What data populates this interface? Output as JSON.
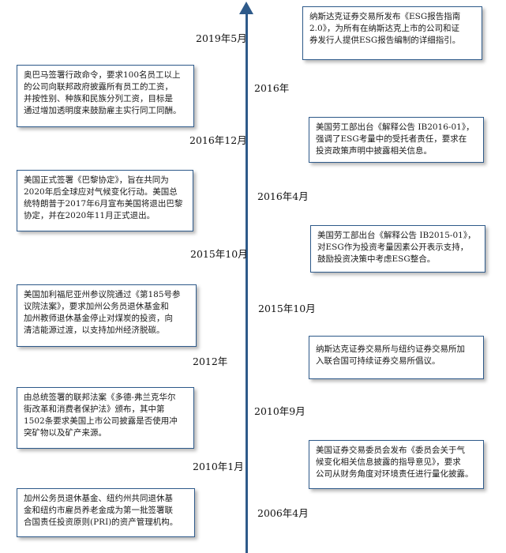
{
  "colors": {
    "axis": "#2e5a8a",
    "box_border": "#2e5a8a"
  },
  "timeline": {
    "events": [
      {
        "date": "2019年5月",
        "text": "纳斯达克证券交易所发布《ESG报告指南\n2.0》，为所有在纳斯达克上市的公司和证\n券发行人提供ESG报告编制的详细指引。"
      },
      {
        "date": "2016年",
        "text": "奥巴马签署行政命令，要求100名员工以上\n的公司向联邦政府披露所有员工的工资，\n并按性别、种族和民族分列工资，目标是\n通过增加透明度来鼓励雇主实行同工同酬。"
      },
      {
        "date": "2016年12月",
        "text": "美国劳工部出台《解释公告 IB2016-01》，\n强调了ESG考量中的受托者责任，要求在\n投资政策声明中披露相关信息。"
      },
      {
        "date": "2016年4月",
        "text": "美国正式签署《巴黎协定》，旨在共同为\n2020年后全球应对气候变化行动。美国总\n统特朗普于2017年6月宣布美国将退出巴黎\n协定，并在2020年11月正式退出。"
      },
      {
        "date": "2015年10月",
        "text": "美国劳工部出台《解释公告 IB2015-01》，\n对ESG作为投资考量因素公开表示支持，\n鼓励投资决策中考虑ESG整合。"
      },
      {
        "date": "2015年10月",
        "text": "美国加利福尼亚州参议院通过《第185号参\n议院法案》，要求加州公务员退休基金和\n加州教师退休基金停止对煤炭的投资，向\n清洁能源过渡，以支持加州经济脱碳。"
      },
      {
        "date": "2012年",
        "text": "纳斯达克证券交易所与纽约证券交易所加\n入联合国可持续证券交易所倡议。"
      },
      {
        "date": "2010年9月",
        "text": "由总统签署的联邦法案《多德-弗兰克华尔\n街改革和消费者保护法》颁布，其中第\n1502条要求美国上市公司披露是否使用冲\n突矿物以及矿产来源。"
      },
      {
        "date": "2010年1月",
        "text": "美国证券交易委员会发布《委员会关于气\n候变化相关信息披露的指导意见》，要求\n公司从财务角度对环境责任进行量化披露。"
      },
      {
        "date": "2006年4月",
        "text": "加州公务员退休基金、纽约州共同退休基\n金和纽约市雇员养老金成为第一批签署联\n合国责任投资原则(PRI)的资产管理机构。"
      }
    ]
  }
}
